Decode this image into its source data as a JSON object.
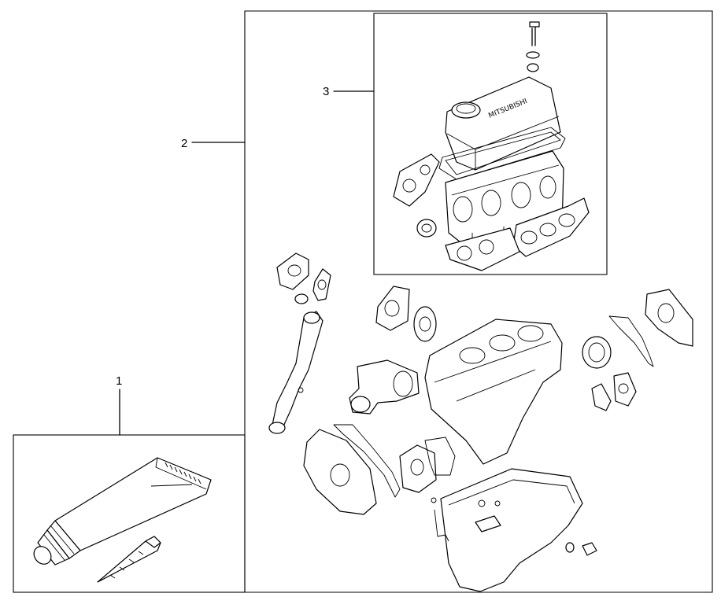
{
  "diagram": {
    "callouts": [
      {
        "id": "1",
        "label": "1"
      },
      {
        "id": "2",
        "label": "2"
      },
      {
        "id": "3",
        "label": "3"
      }
    ],
    "valve_cover_marking": "MITSUBISHI",
    "parts": [
      "sealant-tube",
      "nozzle",
      "overhaul-gasket-set",
      "cylinder-head-gasket-set",
      "valve-cover",
      "cylinder-head",
      "engine-block",
      "water-pump",
      "water-pipe",
      "thermostat-housing",
      "oil-pan",
      "timing-cover",
      "oil-seals"
    ]
  }
}
